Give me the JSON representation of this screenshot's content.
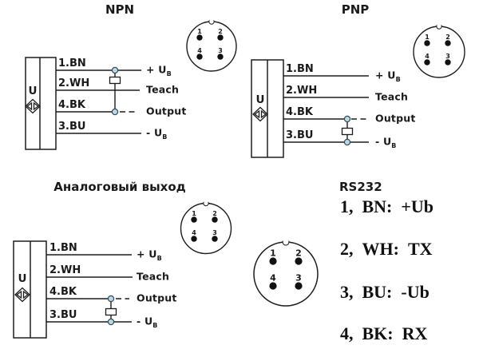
{
  "colors": {
    "line": "#1d1d1d",
    "node_fill": "#b7d9e9",
    "node_stroke": "#3a4b53",
    "background": "#ffffff",
    "pin_dot": "#111111"
  },
  "sensor_label": "U",
  "connector_pins": {
    "tl": "1",
    "tr": "2",
    "bl": "4",
    "br": "3"
  },
  "npn": {
    "title": "NPN",
    "wire_labels": [
      "1.BN",
      "2.WH",
      "4.BK",
      "3.BU"
    ],
    "terminals": [
      {
        "text": "+ U",
        "sub": "B"
      },
      {
        "text": "Teach",
        "sub": ""
      },
      {
        "text": "Output",
        "sub": ""
      },
      {
        "text": "- U",
        "sub": "B"
      }
    ]
  },
  "pnp": {
    "title": "PNP",
    "wire_labels": [
      "1.BN",
      "2.WH",
      "4.BK",
      "3.BU"
    ],
    "terminals": [
      {
        "text": "+ U",
        "sub": "B"
      },
      {
        "text": "Teach",
        "sub": ""
      },
      {
        "text": "Output",
        "sub": ""
      },
      {
        "text": "- U",
        "sub": "B"
      }
    ]
  },
  "analog": {
    "title": "Аналоговый выход",
    "wire_labels": [
      "1.BN",
      "2.WH",
      "4.BK",
      "3.BU"
    ],
    "terminals": [
      {
        "text": "+ U",
        "sub": "B"
      },
      {
        "text": "Teach",
        "sub": ""
      },
      {
        "text": "Output",
        "sub": ""
      },
      {
        "text": "- U",
        "sub": "B"
      }
    ]
  },
  "rs232": {
    "title": "RS232",
    "lines": [
      "1、BN：+Ub",
      "2、WH：TX",
      "3、BU：-Ub",
      "4、BK：RX"
    ]
  }
}
